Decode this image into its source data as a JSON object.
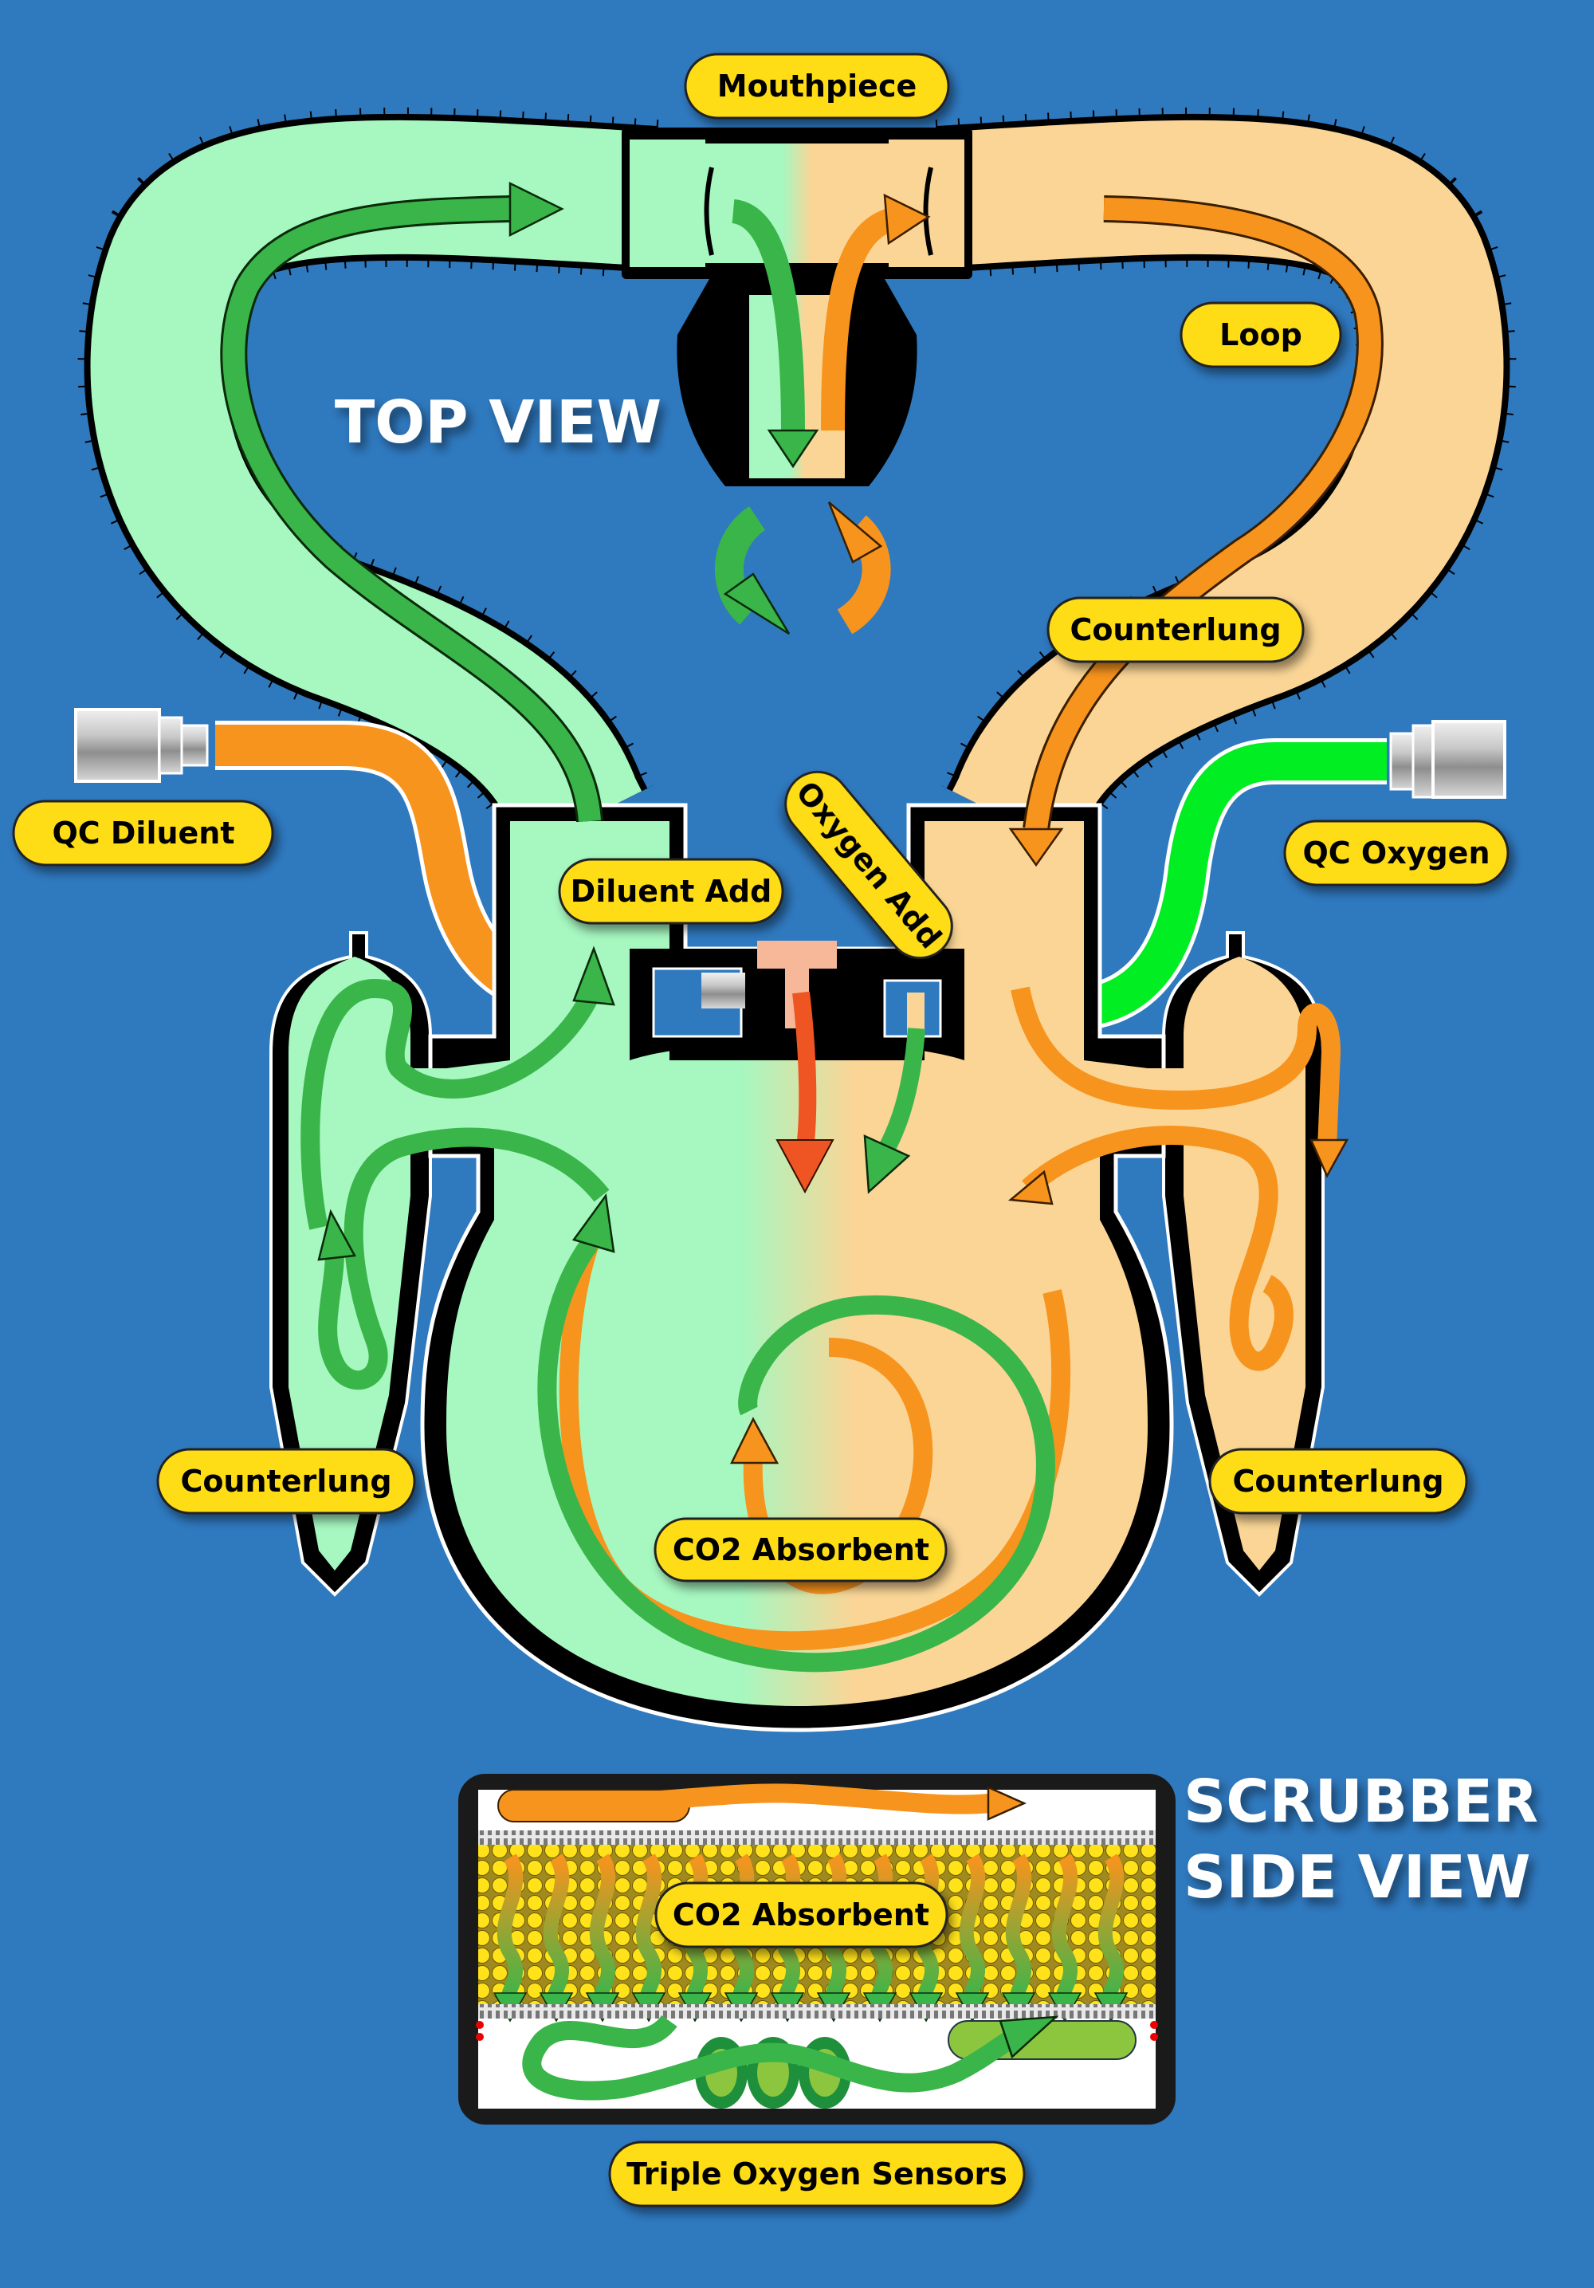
{
  "diagram": {
    "subject": "Closed-circuit rebreather gas flow",
    "colors": {
      "background": "#2f79bf",
      "label_fill": "#ffdd17",
      "inhale_gas": "#a6f7c0",
      "exhale_gas": "#fad596",
      "arrow_green": "#3ab54a",
      "arrow_orange": "#f7941d",
      "oxygen_hose": "#00ee22",
      "diluent_hose": "#f7941d",
      "oxygen_add_arrow": "#ee5522"
    },
    "sections": {
      "top_view": {
        "title": "TOP VIEW"
      },
      "scrubber_side_view": {
        "title_line1": "SCRUBBER",
        "title_line2": "SIDE VIEW"
      }
    },
    "labels": {
      "mouthpiece": "Mouthpiece",
      "loop": "Loop",
      "counterlung_upper": "Counterlung",
      "qc_diluent": "QC Diluent",
      "qc_oxygen": "QC Oxygen",
      "diluent_add": "Diluent Add",
      "oxygen_add": "Oxygen Add",
      "counterlung_left": "Counterlung",
      "counterlung_right": "Counterlung",
      "co2_absorbent_top": "CO2 Absorbent",
      "co2_absorbent_side": "CO2 Absorbent",
      "triple_oxygen_sensors": "Triple Oxygen Sensors"
    },
    "icons": {
      "qc_connector": "quick-connect-fitting-icon",
      "flow_arrow": "flow-arrow-icon",
      "oxygen_sensor": "oxygen-sensor-icon"
    }
  }
}
